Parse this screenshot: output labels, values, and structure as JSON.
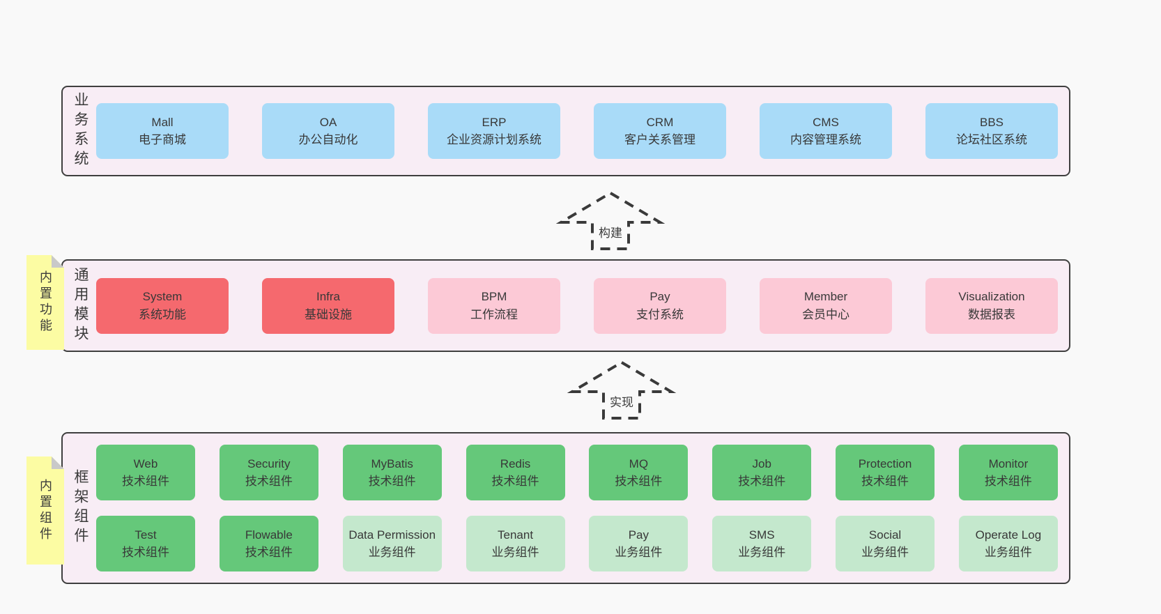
{
  "colors": {
    "page_bg": "#f9f9f9",
    "container_bg": "#f8edf5",
    "border": "#3f3f3f",
    "text": "#3a3a3a",
    "blue": "#a9dbf8",
    "red": "#f5696e",
    "pink": "#fcc9d6",
    "green": "#65c87a",
    "lightgreen": "#c4e8cd",
    "yellow": "#fcfca3",
    "fold": "#c9c9c9"
  },
  "arrows": {
    "build_label": "构建",
    "implement_label": "实现"
  },
  "layers": {
    "business": {
      "side_label": "业务系统",
      "rows": [
        [
          {
            "en": "Mall",
            "zh": "电子商城",
            "variant": "blue"
          },
          {
            "en": "OA",
            "zh": "办公自动化",
            "variant": "blue"
          },
          {
            "en": "ERP",
            "zh": "企业资源计划系统",
            "variant": "blue"
          },
          {
            "en": "CRM",
            "zh": "客户关系管理",
            "variant": "blue"
          },
          {
            "en": "CMS",
            "zh": "内容管理系统",
            "variant": "blue"
          },
          {
            "en": "BBS",
            "zh": "论坛社区系统",
            "variant": "blue"
          }
        ]
      ]
    },
    "modules": {
      "side_label": "通用模块",
      "note": "内置功能",
      "rows": [
        [
          {
            "en": "System",
            "zh": "系统功能",
            "variant": "red"
          },
          {
            "en": "Infra",
            "zh": "基础设施",
            "variant": "red"
          },
          {
            "en": "BPM",
            "zh": "工作流程",
            "variant": "pink"
          },
          {
            "en": "Pay",
            "zh": "支付系统",
            "variant": "pink"
          },
          {
            "en": "Member",
            "zh": "会员中心",
            "variant": "pink"
          },
          {
            "en": "Visualization",
            "zh": "数据报表",
            "variant": "pink"
          }
        ]
      ]
    },
    "components": {
      "side_label": "框架组件",
      "note": "内置组件",
      "rows": [
        [
          {
            "en": "Web",
            "zh": "技术组件",
            "variant": "green"
          },
          {
            "en": "Security",
            "zh": "技术组件",
            "variant": "green"
          },
          {
            "en": "MyBatis",
            "zh": "技术组件",
            "variant": "green"
          },
          {
            "en": "Redis",
            "zh": "技术组件",
            "variant": "green"
          },
          {
            "en": "MQ",
            "zh": "技术组件",
            "variant": "green"
          },
          {
            "en": "Job",
            "zh": "技术组件",
            "variant": "green"
          },
          {
            "en": "Protection",
            "zh": "技术组件",
            "variant": "green"
          },
          {
            "en": "Monitor",
            "zh": "技术组件",
            "variant": "green"
          }
        ],
        [
          {
            "en": "Test",
            "zh": "技术组件",
            "variant": "green"
          },
          {
            "en": "Flowable",
            "zh": "技术组件",
            "variant": "green"
          },
          {
            "en": "Data Permission",
            "zh": "业务组件",
            "variant": "lightgreen"
          },
          {
            "en": "Tenant",
            "zh": "业务组件",
            "variant": "lightgreen"
          },
          {
            "en": "Pay",
            "zh": "业务组件",
            "variant": "lightgreen"
          },
          {
            "en": "SMS",
            "zh": "业务组件",
            "variant": "lightgreen"
          },
          {
            "en": "Social",
            "zh": "业务组件",
            "variant": "lightgreen"
          },
          {
            "en": "Operate Log",
            "zh": "业务组件",
            "variant": "lightgreen"
          }
        ]
      ]
    }
  }
}
